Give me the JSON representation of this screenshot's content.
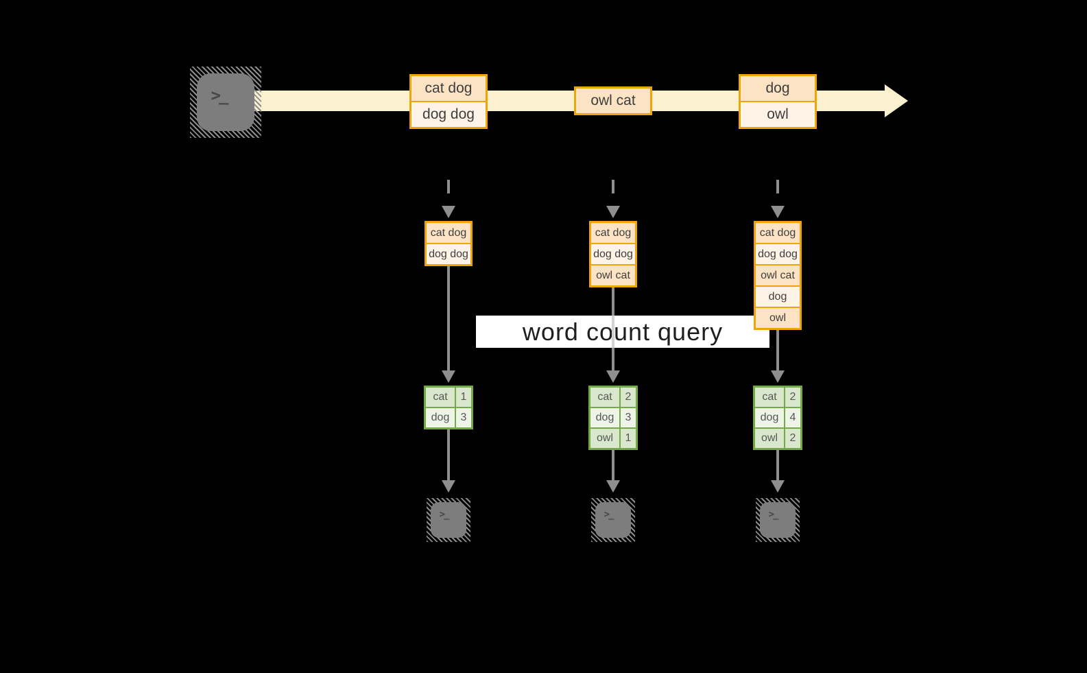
{
  "query_label": "word count query",
  "stream": {
    "record1": {
      "row1": "cat dog",
      "row2": "dog dog"
    },
    "record2": {
      "row1": "owl cat"
    },
    "record3": {
      "row1": "dog",
      "row2": "owl"
    }
  },
  "state": {
    "col1": [
      "cat dog",
      "dog dog"
    ],
    "col2": [
      "cat dog",
      "dog dog",
      "owl cat"
    ],
    "col3": [
      "cat dog",
      "dog dog",
      "owl cat",
      "dog",
      "owl"
    ]
  },
  "counts": {
    "col1": [
      {
        "word": "cat",
        "count": "1"
      },
      {
        "word": "dog",
        "count": "3"
      }
    ],
    "col2": [
      {
        "word": "cat",
        "count": "2"
      },
      {
        "word": "dog",
        "count": "3"
      },
      {
        "word": "owl",
        "count": "1"
      }
    ],
    "col3": [
      {
        "word": "cat",
        "count": "2"
      },
      {
        "word": "dog",
        "count": "4"
      },
      {
        "word": "owl",
        "count": "2"
      }
    ]
  },
  "icons": {
    "terminal_prompt": ">_"
  },
  "colors": {
    "background": "#000000",
    "stream_band": "#fbf1d0",
    "orange_border": "#f0a506",
    "peach_fill": "#fbe3c4",
    "cream_fill": "#fdf3e6",
    "green_border": "#74a94a",
    "green_fill_dark": "#d9e7cc",
    "green_fill_light": "#eef4e8",
    "arrow_gray": "#8f8f8f",
    "terminal_gray": "#7d7d7d",
    "label_bg": "#ffffff"
  }
}
